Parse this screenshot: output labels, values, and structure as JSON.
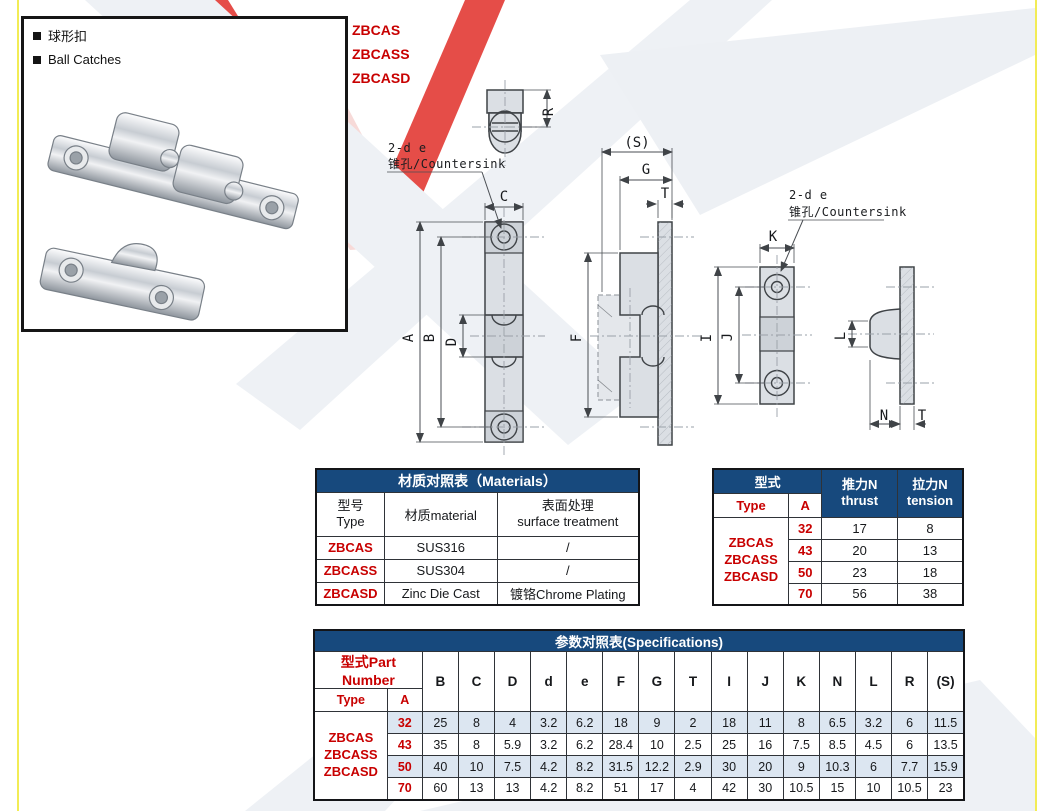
{
  "colors": {
    "header_blue": "#17497D",
    "accent_red": "#C80000",
    "row_alt_blue": "#DCE6F1",
    "edge_yellow": "#F2EC56"
  },
  "header": {
    "title_zh": "球形扣",
    "title_en": "Ball Catches",
    "part_numbers": [
      "ZBCAS",
      "ZBCASS",
      "ZBCASD"
    ]
  },
  "drawing": {
    "note_line1": "2-d e",
    "note_line2": "锥孔/Countersink",
    "dim_labels": {
      "a": "A",
      "b": "B",
      "c": "C",
      "d": "D",
      "f": "F",
      "g": "G",
      "i": "I",
      "j": "J",
      "k": "K",
      "l": "L",
      "n": "N",
      "r": "R",
      "t": "T",
      "s": "(S)"
    }
  },
  "materials_table": {
    "title": "材质对照表（Materials）",
    "headers": {
      "type_zh": "型号",
      "type_en": "Type",
      "material": "材质material",
      "surface_zh": "表面处理",
      "surface_en": "surface treatment"
    },
    "rows": [
      {
        "type": "ZBCAS",
        "material": "SUS316",
        "surface": "/"
      },
      {
        "type": "ZBCASS",
        "material": "SUS304",
        "surface": "/"
      },
      {
        "type": "ZBCASD",
        "material": "Zinc Die Cast",
        "surface": "镀铬Chrome Plating"
      }
    ]
  },
  "force_table": {
    "headers": {
      "model": "型式",
      "type": "Type",
      "a": "A",
      "thrust_zh": "推力N",
      "thrust_en": "thrust",
      "tension_zh": "拉力N",
      "tension_en": "tension"
    },
    "type_group": [
      "ZBCAS",
      "ZBCASS",
      "ZBCASD"
    ],
    "rows": [
      {
        "a": "32",
        "thrust": "17",
        "tension": "8"
      },
      {
        "a": "43",
        "thrust": "20",
        "tension": "13"
      },
      {
        "a": "50",
        "thrust": "23",
        "tension": "18"
      },
      {
        "a": "70",
        "thrust": "56",
        "tension": "38"
      }
    ]
  },
  "spec_table": {
    "title": "参数对照表(Specifications)",
    "part_number_label": "型式Part Number",
    "type_label": "Type",
    "a_label": "A",
    "columns": [
      "B",
      "C",
      "D",
      "d",
      "e",
      "F",
      "G",
      "T",
      "I",
      "J",
      "K",
      "N",
      "L",
      "R",
      "(S)"
    ],
    "type_group": [
      "ZBCAS",
      "ZBCASS",
      "ZBCASD"
    ],
    "rows": [
      {
        "a": "32",
        "values": [
          "25",
          "8",
          "4",
          "3.2",
          "6.2",
          "18",
          "9",
          "2",
          "18",
          "11",
          "8",
          "6.5",
          "3.2",
          "6",
          "11.5"
        ]
      },
      {
        "a": "43",
        "values": [
          "35",
          "8",
          "5.9",
          "3.2",
          "6.2",
          "28.4",
          "10",
          "2.5",
          "25",
          "16",
          "7.5",
          "8.5",
          "4.5",
          "6",
          "13.5"
        ]
      },
      {
        "a": "50",
        "values": [
          "40",
          "10",
          "7.5",
          "4.2",
          "8.2",
          "31.5",
          "12.2",
          "2.9",
          "30",
          "20",
          "9",
          "10.3",
          "6",
          "7.7",
          "15.9"
        ]
      },
      {
        "a": "70",
        "values": [
          "60",
          "13",
          "13",
          "4.2",
          "8.2",
          "51",
          "17",
          "4",
          "42",
          "30",
          "10.5",
          "15",
          "10",
          "10.5",
          "23"
        ]
      }
    ]
  }
}
